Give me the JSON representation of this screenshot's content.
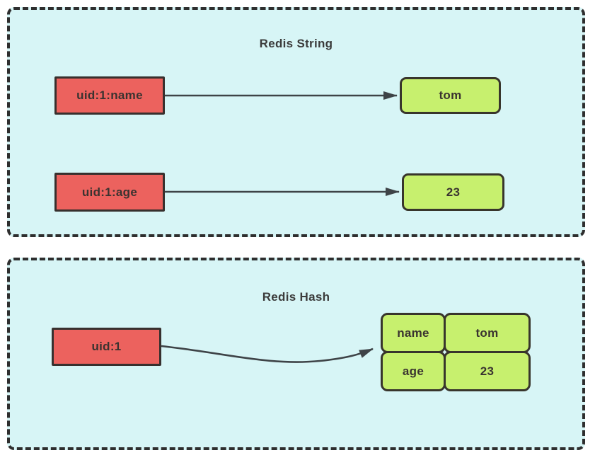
{
  "diagram": {
    "panels": [
      {
        "title": "Redis String",
        "pairs": [
          {
            "key": "uid:1:name",
            "value": "tom"
          },
          {
            "key": "uid:1:age",
            "value": "23"
          }
        ]
      },
      {
        "title": "Redis Hash",
        "key": "uid:1",
        "hash_fields": [
          {
            "field": "name",
            "value": "tom"
          },
          {
            "field": "age",
            "value": "23"
          }
        ]
      }
    ],
    "colors": {
      "panel_background": "#d7f5f6",
      "panel_border": "#2e2e2e",
      "key_box_fill": "#ec625e",
      "value_box_fill": "#c7f06e",
      "box_border": "#37312d",
      "arrow": "#3e4347",
      "text": "#3a3330",
      "page_background": "#ffffff"
    }
  }
}
